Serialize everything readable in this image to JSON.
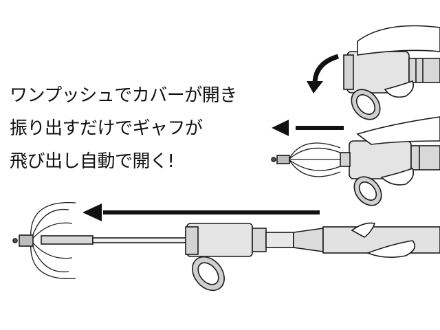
{
  "caption": {
    "line1": "ワンプッシュでカバーが開き",
    "line2": "振り出すだけでギャフが",
    "line3": "飛び出し自動で開く!"
  },
  "colors": {
    "body": "#e4e4e4",
    "outline": "#1a1a1a",
    "arrow": "#111111"
  }
}
